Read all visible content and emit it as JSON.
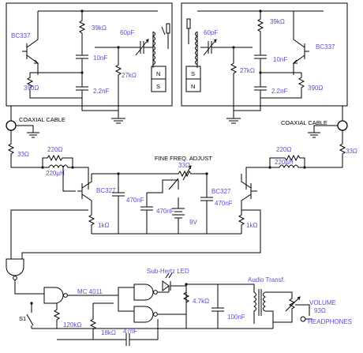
{
  "colors": {
    "label": "#5a4fcf",
    "wire": "#000000",
    "background": "#ffffff"
  },
  "labels": {
    "oscillator_left": {
      "transistor": "BC337",
      "r_top": "39kΩ",
      "cap_mid": "10nF",
      "r_bottom": "390Ω",
      "cap_bottom": "2.2nF",
      "r_bias": "27kΩ",
      "trimmer": "60pF",
      "magnet_n": "N",
      "magnet_s": "S"
    },
    "oscillator_right": {
      "transistor": "BC337",
      "r_top": "39kΩ",
      "cap_mid": "10nF",
      "r_bottom": "390Ω",
      "cap_bottom": "2.2nF",
      "r_bias": "27kΩ",
      "trimmer": "60pF",
      "magnet_s": "S",
      "magnet_n": "N"
    },
    "cable_left": "COAXIAL CABLE",
    "cable_right": "COAXIAL CABLE",
    "left_in_r": "33Ω",
    "right_in_r": "33Ω",
    "left_filter_r": "220Ω",
    "left_filter_l": "220µH",
    "right_filter_r": "220Ω",
    "right_filter_l": "220µH",
    "fine_adjust": "FINE FREQ. ADJUST",
    "pot": "33Ω",
    "left_mixer": "BC327",
    "right_mixer": "BC327",
    "cap_left": "470nF",
    "cap_center": "470nF",
    "cap_right": "470nF",
    "r_emitter_left": "1kΩ",
    "r_emitter_right": "1kΩ",
    "battery": "9V",
    "ic": "MC 4011",
    "led": "Sub-Hertz LED",
    "transformer": "Audio Transf.",
    "r_led": "4.7kΩ",
    "cap_out": "100nF",
    "volume": "VOLUME",
    "volume_r": "93Ω",
    "headphones": "HEADPHONES",
    "switch": "S1",
    "r_gate_a": "120kΩ",
    "r_gate_b": "18kΩ",
    "cap_gate": "47nF"
  }
}
